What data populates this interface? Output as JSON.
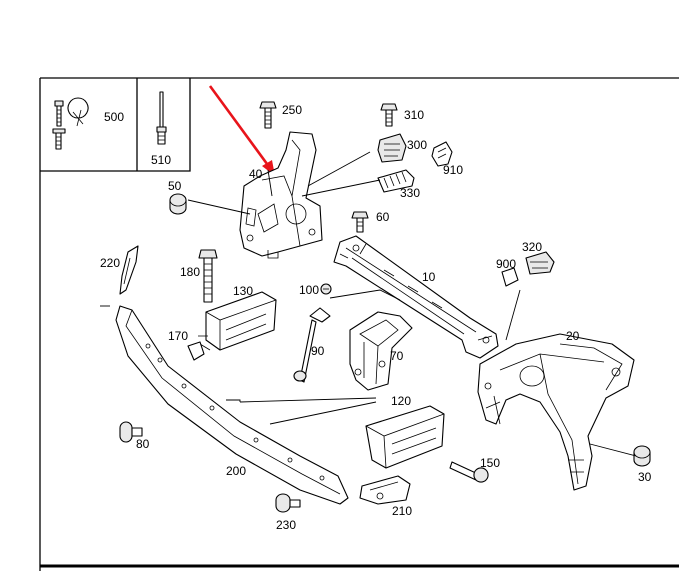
{
  "diagram": {
    "callouts": {
      "c500": "500",
      "c510": "510",
      "c250": "250",
      "c310": "310",
      "c300": "300",
      "c910": "910",
      "c330": "330",
      "c40": "40",
      "c50": "50",
      "c60": "60",
      "c220": "220",
      "c180": "180",
      "c130": "130",
      "c100": "100",
      "c10": "10",
      "c320": "320",
      "c900": "900",
      "c170": "170",
      "c90": "90",
      "c70": "70",
      "c20": "20",
      "c120": "120",
      "c80": "80",
      "c150": "150",
      "c200": "200",
      "c30": "30",
      "c210": "210",
      "c230": "230"
    },
    "colors": {
      "line": "#000000",
      "highlight_arrow": "#e8141b",
      "background": "#ffffff"
    }
  }
}
